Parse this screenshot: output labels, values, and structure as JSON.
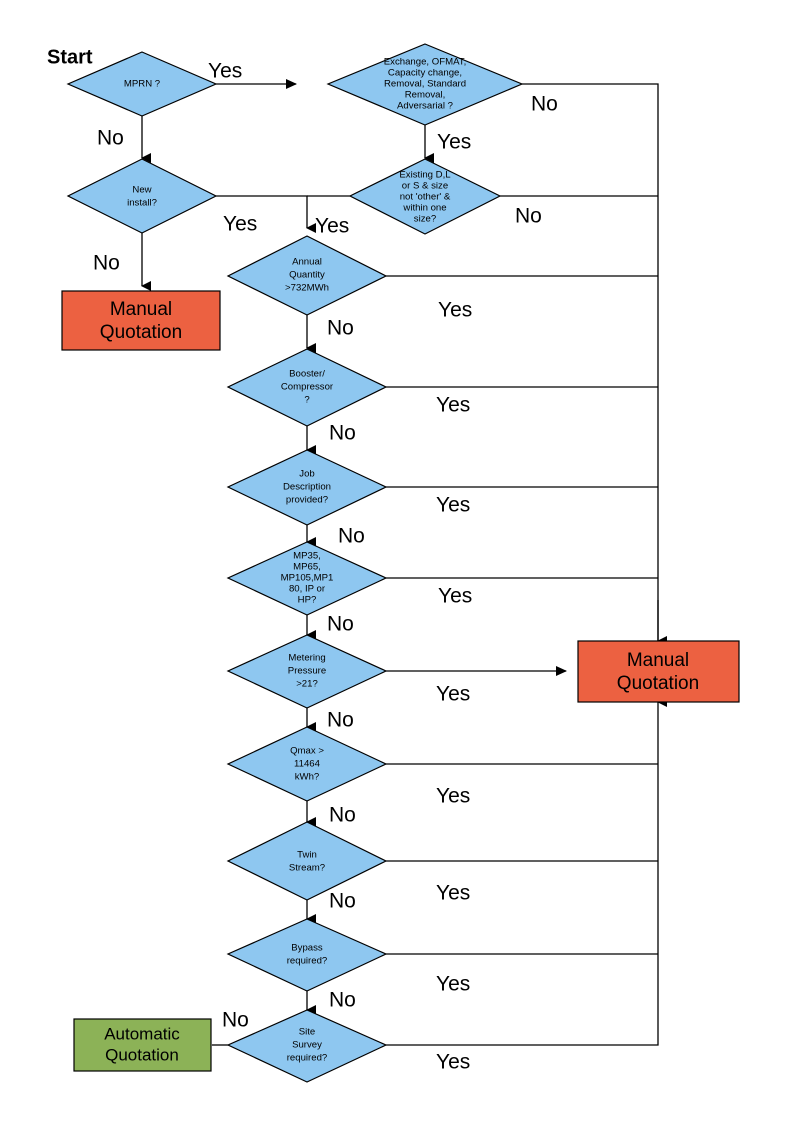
{
  "diagram": {
    "title_label": "Start",
    "colors": {
      "decision_fill": "#8ec7f0",
      "manual_fill": "#ec6141",
      "automatic_fill": "#8cb257",
      "stroke": "#000000",
      "background": "#ffffff"
    },
    "nodes": {
      "start": {
        "label": "Start"
      },
      "mprn": {
        "label": "MPRN ?",
        "lines": [
          "MPRN ?"
        ]
      },
      "exchange": {
        "label": "Exchange, OFMAT, Capacity change, Removal, Standard Removal, Adversarial ?",
        "lines": [
          "Exchange, OFMAT,",
          "Capacity change,",
          "Removal, Standard",
          "Removal,",
          "Adversarial ?"
        ]
      },
      "new_install": {
        "label": "New install?",
        "lines": [
          "New",
          "install?"
        ]
      },
      "existing_dls": {
        "label": "Existing D,L or S & size not 'other' & within one size?",
        "lines": [
          "Existing D,L",
          "or S & size",
          "not 'other' &",
          "within one",
          "size?"
        ]
      },
      "annual_quantity": {
        "label": "Annual Quantity >732MWh",
        "lines": [
          "Annual",
          "Quantity",
          ">732MWh"
        ]
      },
      "booster": {
        "label": "Booster/ Compressor ?",
        "lines": [
          "Booster/",
          "Compressor",
          "?"
        ]
      },
      "job_description": {
        "label": "Job Description provided?",
        "lines": [
          "Job",
          "Description",
          "provided?"
        ]
      },
      "mp_pressure_tier": {
        "label": "MP35, MP65, MP105,MP180, IP or HP?",
        "lines": [
          "MP35,",
          "MP65,",
          "MP105,MP1",
          "80, IP or",
          "HP?"
        ]
      },
      "metering_pressure": {
        "label": "Metering Pressure >21?",
        "lines": [
          "Metering",
          "Pressure",
          ">21?"
        ]
      },
      "qmax": {
        "label": "Qmax > 11464 kWh?",
        "lines": [
          "Qmax >",
          "11464",
          "kWh?"
        ]
      },
      "twin_stream": {
        "label": "Twin Stream?",
        "lines": [
          "Twin",
          "Stream?"
        ]
      },
      "bypass": {
        "label": "Bypass required?",
        "lines": [
          "Bypass",
          "required?"
        ]
      },
      "site_survey": {
        "label": "Site Survey required?",
        "lines": [
          "Site",
          "Survey",
          "required?"
        ]
      },
      "manual_quotation_left": {
        "label": "Manual Quotation",
        "lines": [
          "Manual",
          "Quotation"
        ]
      },
      "manual_quotation_right": {
        "label": "Manual Quotation",
        "lines": [
          "Manual",
          "Quotation"
        ]
      },
      "automatic_quotation": {
        "label": "Automatic Quotation",
        "lines": [
          "Automatic",
          "Quotation"
        ]
      }
    },
    "edge_labels": {
      "mprn_yes": "Yes",
      "mprn_no": "No",
      "exchange_no": "No",
      "exchange_yes": "Yes",
      "new_install_yes": "Yes",
      "new_install_no": "No",
      "existing_yes": "Yes",
      "existing_no": "No",
      "annual_yes": "Yes",
      "annual_no": "No",
      "booster_yes": "Yes",
      "booster_no": "No",
      "job_yes": "Yes",
      "job_no": "No",
      "mp_yes": "Yes",
      "mp_no": "No",
      "metering_yes": "Yes",
      "metering_no": "No",
      "qmax_yes": "Yes",
      "qmax_no": "No",
      "twin_yes": "Yes",
      "twin_no": "No",
      "bypass_yes": "Yes",
      "bypass_no": "No",
      "site_yes": "Yes",
      "site_no": "No"
    }
  }
}
